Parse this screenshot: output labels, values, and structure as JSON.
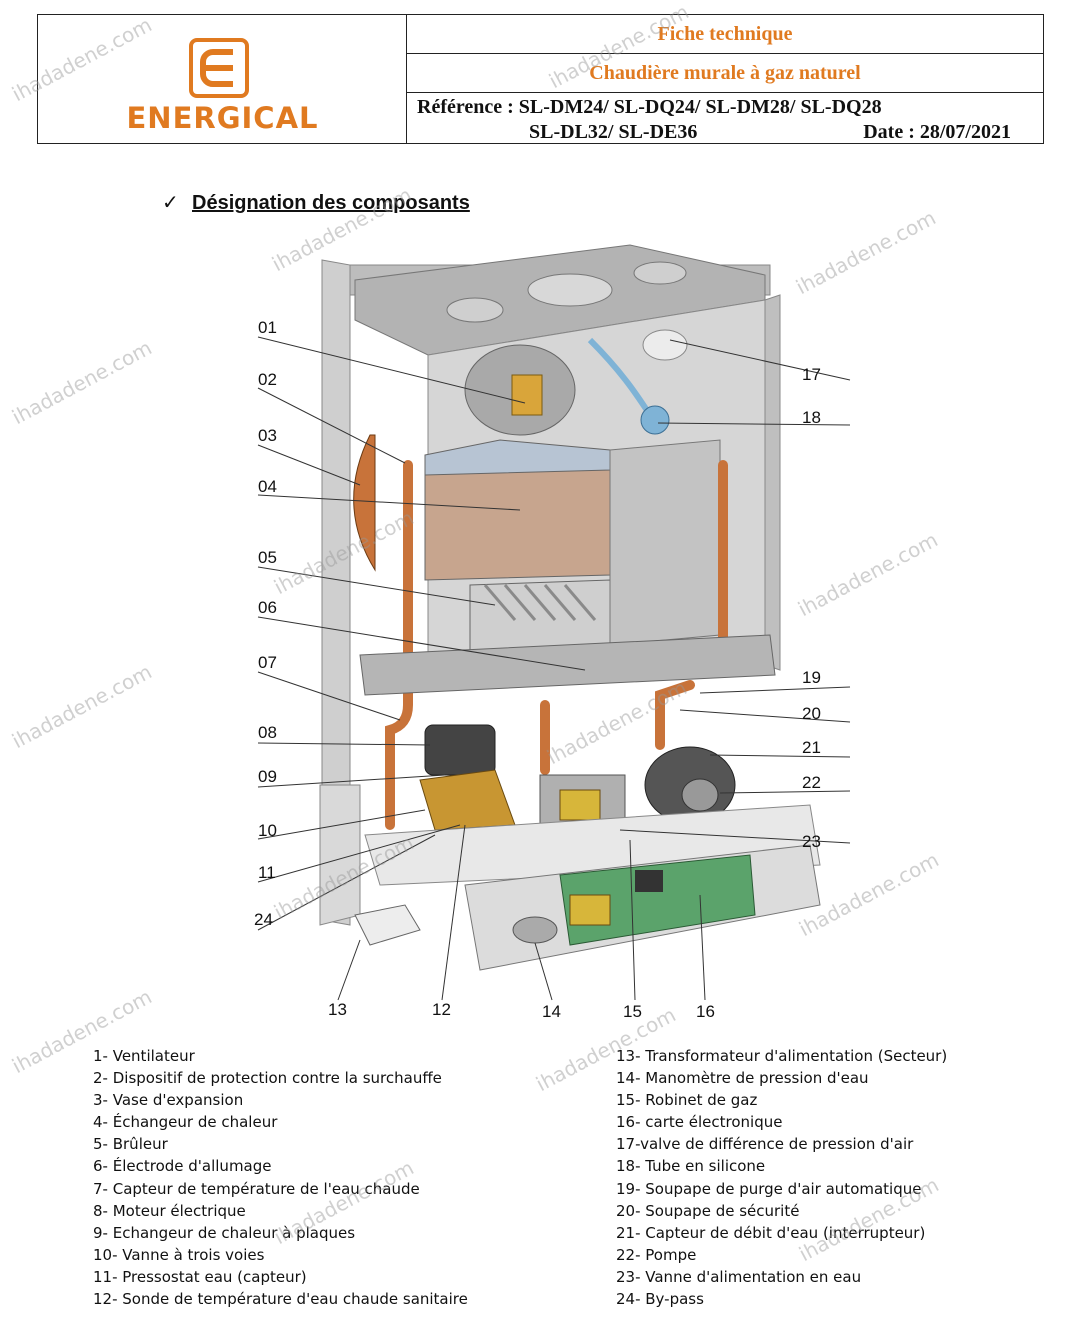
{
  "header": {
    "logo_text": "ENERGICAL",
    "title": "Fiche technique",
    "subtitle": "Chaudière murale à gaz naturel",
    "reference_line1": "Référence : SL-DM24/ SL-DQ24/ SL-DM28/ SL-DQ28",
    "reference_line2": "SL-DL32/ SL-DE36",
    "date": "Date : 28/07/2021"
  },
  "section": {
    "check": "✓",
    "title": "Désignation des composants"
  },
  "callouts": {
    "c01": "01",
    "c02": "02",
    "c03": "03",
    "c04": "04",
    "c05": "05",
    "c06": "06",
    "c07": "07",
    "c08": "08",
    "c09": "09",
    "c10": "10",
    "c11": "11",
    "c24": "24",
    "c17": "17",
    "c18": "18",
    "c19": "19",
    "c20": "20",
    "c21": "21",
    "c22": "22",
    "c23": "23",
    "c13": "13",
    "c12": "12",
    "c14": "14",
    "c15": "15",
    "c16": "16"
  },
  "legend_left": [
    "1- Ventilateur",
    "2- Dispositif de protection contre la surchauffe",
    "3- Vase d'expansion",
    "4- Échangeur de chaleur",
    "5- Brûleur",
    "6- Électrode d'allumage",
    "7- Capteur de température de l'eau chaude",
    "8- Moteur électrique",
    "9- Echangeur de chaleur à plaques",
    "10- Vanne à trois voies",
    "11- Pressostat eau (capteur)",
    "12- Sonde de température d'eau chaude sanitaire"
  ],
  "legend_right": [
    "13- Transformateur d'alimentation (Secteur)",
    "14- Manomètre de pression d'eau",
    "15- Robinet de gaz",
    "16- carte électronique",
    "17-valve de différence de pression d'air",
    "18- Tube en silicone",
    "19- Soupape de purge d'air automatique",
    "20- Soupape de sécurité",
    "21- Capteur de débit d'eau (interrupteur)",
    "22- Pompe",
    "23- Vanne d'alimentation en eau",
    "24- By-pass"
  ],
  "watermark": "ihadadene.com",
  "colors": {
    "brand_orange": "#e07a20",
    "copper": "#c8733a",
    "casing": "#c9c9c9"
  }
}
